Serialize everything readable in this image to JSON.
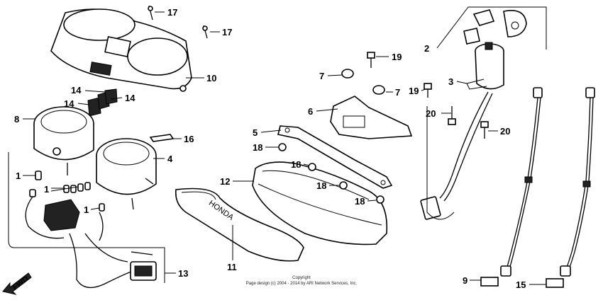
{
  "callouts": [
    {
      "id": "c1",
      "label": "17"
    },
    {
      "id": "c2",
      "label": "17"
    },
    {
      "id": "c3",
      "label": "10"
    },
    {
      "id": "c4",
      "label": "14"
    },
    {
      "id": "c5",
      "label": "14"
    },
    {
      "id": "c6",
      "label": "14"
    },
    {
      "id": "c7",
      "label": "8"
    },
    {
      "id": "c8",
      "label": "16"
    },
    {
      "id": "c9",
      "label": "4"
    },
    {
      "id": "c10",
      "label": "1"
    },
    {
      "id": "c11",
      "label": "1"
    },
    {
      "id": "c12",
      "label": "1"
    },
    {
      "id": "c13",
      "label": "13"
    },
    {
      "id": "c14",
      "label": "11"
    },
    {
      "id": "c15",
      "label": "12"
    },
    {
      "id": "c16",
      "label": "18"
    },
    {
      "id": "c17",
      "label": "18"
    },
    {
      "id": "c18",
      "label": "18"
    },
    {
      "id": "c19",
      "label": "18"
    },
    {
      "id": "c20",
      "label": "5"
    },
    {
      "id": "c21",
      "label": "6"
    },
    {
      "id": "c22",
      "label": "7"
    },
    {
      "id": "c23",
      "label": "7"
    },
    {
      "id": "c24",
      "label": "19"
    },
    {
      "id": "c25",
      "label": "19"
    },
    {
      "id": "c26",
      "label": "2"
    },
    {
      "id": "c27",
      "label": "3"
    },
    {
      "id": "c28",
      "label": "20"
    },
    {
      "id": "c29",
      "label": "20"
    },
    {
      "id": "c30",
      "label": "9"
    },
    {
      "id": "c31",
      "label": "15"
    }
  ],
  "fwd_label": "FWD",
  "brand_text": "HONDA",
  "copyright": {
    "line1": "Copyright",
    "line2": "Page design (c) 2004 - 2014 by ARI Network Services, Inc."
  }
}
